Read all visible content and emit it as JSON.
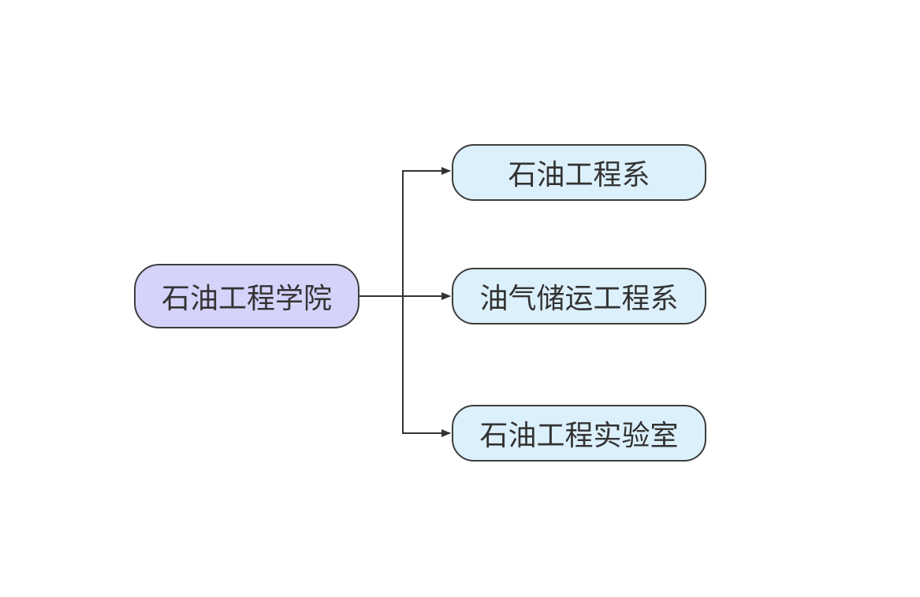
{
  "colors": {
    "root_fill": "#d6d3fb",
    "child_fill": "#dcf0fb",
    "border": "#3d3d3d",
    "connector": "#333333",
    "text": "#333333"
  },
  "root": {
    "label": "石油工程学院"
  },
  "children": [
    {
      "label": "石油工程系"
    },
    {
      "label": "油气储运工程系"
    },
    {
      "label": "石油工程实验室"
    }
  ]
}
